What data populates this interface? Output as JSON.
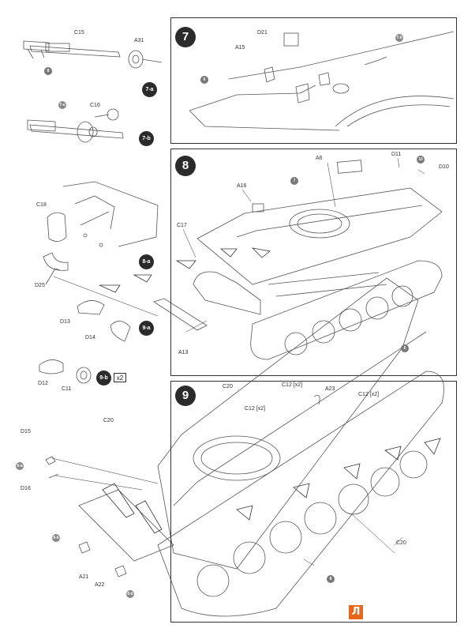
{
  "steps": {
    "s7": {
      "number": "7"
    },
    "s8": {
      "number": "8"
    },
    "s9": {
      "number": "9"
    },
    "s7a": {
      "number": "7-a"
    },
    "s7b": {
      "number": "7-b"
    },
    "s8a": {
      "number": "8-a"
    },
    "s9a": {
      "number": "9-a"
    },
    "s9b": {
      "number": "9-b"
    },
    "x2": "x2"
  },
  "labels": {
    "C15": "C15",
    "A31": "A31",
    "C16": "C16",
    "b8": "8",
    "c7e": "7-e",
    "C18": "C18",
    "D25": "D25",
    "D13": "D13",
    "D14": "D14",
    "D12": "D12",
    "C11": "C11",
    "D21": "D21",
    "A15": "A15",
    "c6": "6",
    "c7b_in": "7-b",
    "A6": "A6",
    "D11": "D11",
    "D10": "D10",
    "b10": "10",
    "A16": "A16",
    "c7": "7",
    "C17": "C17",
    "A13": "A13",
    "c5": "5",
    "C20_a": "C20",
    "C20_b": "C20",
    "C20_c": "C20",
    "C12x2_a": "C12 [x2]",
    "C12x2_b": "C12 [x2]",
    "A23": "A23",
    "C12x2_c": "C12 [x2]",
    "D15": "D15",
    "D16": "D16",
    "c9a": "9-a",
    "c9b1": "9-b",
    "c9b2": "9-b",
    "A21": "A21",
    "A22": "A22",
    "c8": "8"
  },
  "publisher_mark": "Л"
}
